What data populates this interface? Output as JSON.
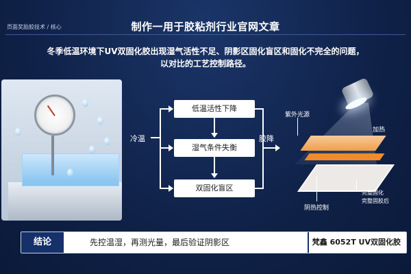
{
  "header": {
    "breadcrumb": "页面奖励胶技术 / 核心",
    "title": "制作一用于胶粘剂行业官网文章"
  },
  "intro": {
    "line1": "冬季低温环境下UV双固化胶出现湿气活性不足、阴影区固化盲区和固化不完全的问题，",
    "line2": "以对比的工艺控制路径。"
  },
  "flow": {
    "left_label": "冷温",
    "right_label": "胶降",
    "steps": [
      "低温活性下降",
      "湿气条件失衡",
      "双固化盲区"
    ]
  },
  "right_illustration": {
    "uv_label": "紫外光源",
    "heat_label": "加热",
    "shadow_label": "阴热控制",
    "cure_label_1": "完整固化",
    "cure_label_2": "完整固胶后"
  },
  "conclusion": {
    "label": "结论",
    "text": "先控温湿，再测光量，最后验证阴影区",
    "product": "梵鑫 6052T UV双固化胶"
  },
  "colors": {
    "background": "#0f2147",
    "accent_navy": "#16306a",
    "orange_layer": "#f0a04a"
  }
}
